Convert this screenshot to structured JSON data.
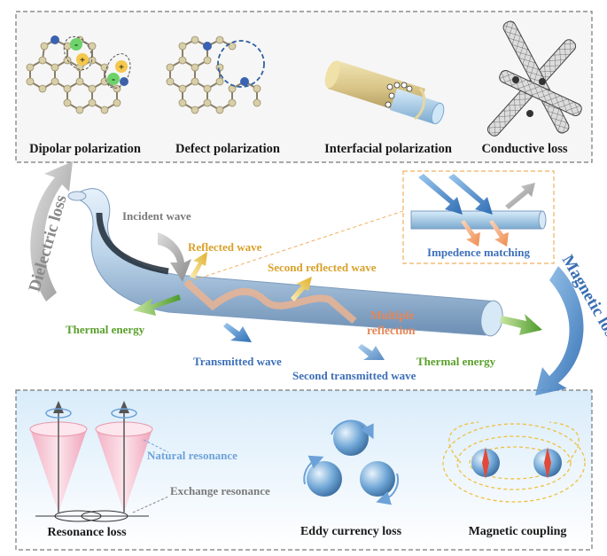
{
  "top_panel": {
    "captions": {
      "dipolar": "Dipolar polarization",
      "defect": "Defect polarization",
      "interfacial": "Interfacial polarization",
      "conductive": "Conductive loss"
    },
    "charges": {
      "negative": "-",
      "positive": "+"
    }
  },
  "middle": {
    "incident": "Incident wave",
    "reflected": "Reflected wave",
    "second_reflected": "Second reflected wave",
    "thermal_left": "Thermal energy",
    "thermal_right": "Thermal energy",
    "multiple_1": "Multiple",
    "multiple_2": "reflection",
    "transmitted": "Transmitted wave",
    "second_transmitted": "Second transmitted wave",
    "impedance": "Impedence matching",
    "dielectric_loss": "Dielectric loss",
    "magnetic_loss": "Magnetic loss"
  },
  "bottom_panel": {
    "natural": "Natural resonance",
    "exchange": "Exchange resonance",
    "resonance_loss": "Resonance loss",
    "eddy": "Eddy currency loss",
    "magnetic_coupling": "Magnetic coupling"
  },
  "colors": {
    "reflected_text": "#d9a12a",
    "thermal_text": "#5aa02c",
    "transmitted_text": "#3d6fb8",
    "multiple_text": "#e3875a",
    "gray_text": "#7a7a7a",
    "dark_text": "#1a1a1a",
    "natural_text": "#6da2d8"
  }
}
